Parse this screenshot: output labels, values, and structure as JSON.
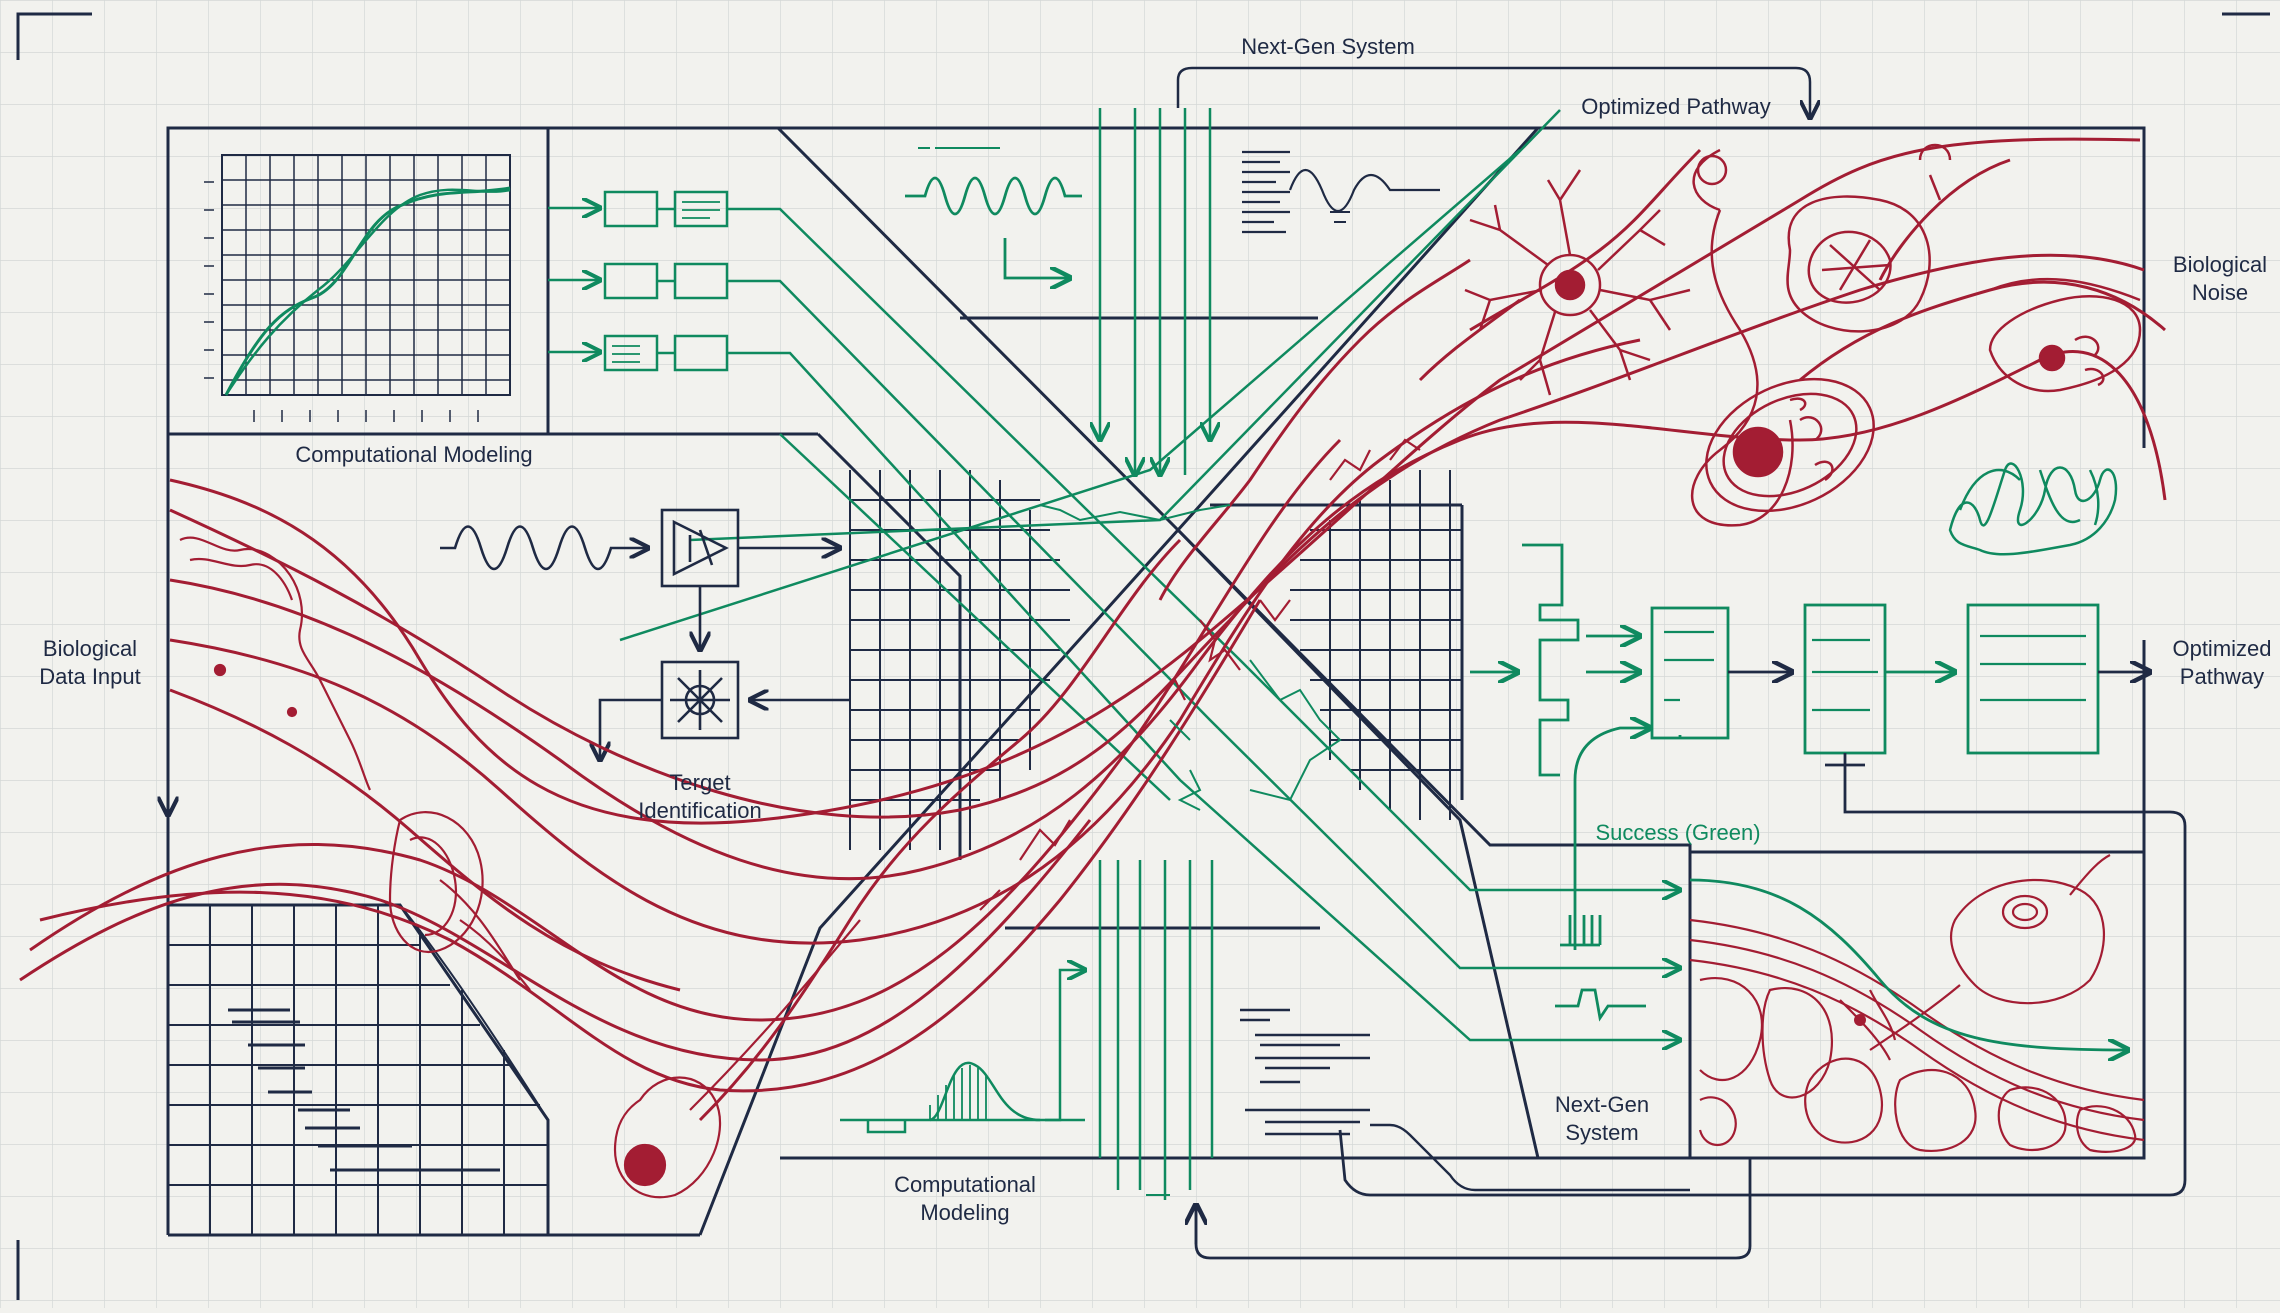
{
  "colors": {
    "background": "#f2f2ee",
    "grid": "#d4d8d6",
    "frame": "#1f2a44",
    "data_path": "#0f8a5f",
    "bio_noise": "#a31d33"
  },
  "labels": {
    "next_gen_top": "Next-Gen System",
    "optimized_top": "Optimized Pathway",
    "bio_noise_l1": "Biological",
    "bio_noise_l2": "Noise",
    "comp_modeling_top": "Computational Modeling",
    "bio_input_l1": "Biological",
    "bio_input_l2": "Data Input",
    "target_l1": "Terget",
    "target_l2": "Identification",
    "optimized_right_l1": "Optimized",
    "optimized_right_l2": "Pathway",
    "success": "Success (Green)",
    "next_gen_bottom_l1": "Next-Gen",
    "next_gen_bottom_l2": "System",
    "comp_modeling_bottom_l1": "Computational",
    "comp_modeling_bottom_l2": "Modeling"
  }
}
